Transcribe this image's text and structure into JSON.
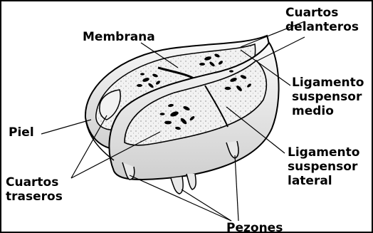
{
  "labels": {
    "cuartos_delanteros": [
      "Cuartos",
      "delanteros"
    ],
    "membrana": "Membrana",
    "ligamento_suspensor_medio": [
      "Ligamento",
      "suspensor",
      "medio"
    ],
    "piel": "Piel",
    "ligamento_suspensor_lateral": [
      "Ligamento",
      "suspensor",
      "lateral"
    ],
    "cuartos_traseros": [
      "Cuartos",
      "traseros"
    ],
    "pezones": "Pezones"
  },
  "colors": {
    "ink": "#000000",
    "paper": "#ffffff",
    "tissue": "#f2f2f2"
  }
}
